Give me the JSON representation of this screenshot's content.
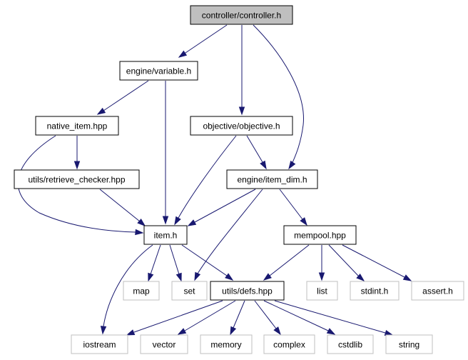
{
  "colors": {
    "edge": "#191970",
    "root_fill": "#bfbfbf",
    "external_border": "#bfbfbf"
  },
  "nodes": {
    "controller": {
      "label": "controller/controller.h",
      "kind": "root"
    },
    "variable": {
      "label": "engine/variable.h",
      "kind": "normal"
    },
    "native_item": {
      "label": "native_item.hpp",
      "kind": "normal"
    },
    "objective": {
      "label": "objective/objective.h",
      "kind": "normal"
    },
    "retrieve_checker": {
      "label": "utils/retrieve_checker.hpp",
      "kind": "normal"
    },
    "item_dim": {
      "label": "engine/item_dim.h",
      "kind": "normal"
    },
    "item": {
      "label": "item.h",
      "kind": "normal"
    },
    "mempool": {
      "label": "mempool.hpp",
      "kind": "normal"
    },
    "map": {
      "label": "map",
      "kind": "external"
    },
    "set": {
      "label": "set",
      "kind": "external"
    },
    "defs": {
      "label": "utils/defs.hpp",
      "kind": "normal"
    },
    "list": {
      "label": "list",
      "kind": "external"
    },
    "stdint": {
      "label": "stdint.h",
      "kind": "external"
    },
    "assert": {
      "label": "assert.h",
      "kind": "external"
    },
    "iostream": {
      "label": "iostream",
      "kind": "external"
    },
    "vector": {
      "label": "vector",
      "kind": "external"
    },
    "memory": {
      "label": "memory",
      "kind": "external"
    },
    "complex": {
      "label": "complex",
      "kind": "external"
    },
    "cstdlib": {
      "label": "cstdlib",
      "kind": "external"
    },
    "string": {
      "label": "string",
      "kind": "external"
    }
  },
  "edges": [
    [
      "controller",
      "variable"
    ],
    [
      "controller",
      "objective"
    ],
    [
      "controller",
      "item_dim"
    ],
    [
      "variable",
      "native_item"
    ],
    [
      "variable",
      "item"
    ],
    [
      "native_item",
      "retrieve_checker"
    ],
    [
      "native_item",
      "item"
    ],
    [
      "retrieve_checker",
      "item"
    ],
    [
      "objective",
      "item_dim"
    ],
    [
      "objective",
      "item"
    ],
    [
      "item_dim",
      "item"
    ],
    [
      "item_dim",
      "set"
    ],
    [
      "item_dim",
      "mempool"
    ],
    [
      "item",
      "map"
    ],
    [
      "item",
      "set"
    ],
    [
      "item",
      "defs"
    ],
    [
      "item",
      "iostream"
    ],
    [
      "mempool",
      "defs"
    ],
    [
      "mempool",
      "list"
    ],
    [
      "mempool",
      "stdint"
    ],
    [
      "mempool",
      "assert"
    ],
    [
      "defs",
      "iostream"
    ],
    [
      "defs",
      "vector"
    ],
    [
      "defs",
      "memory"
    ],
    [
      "defs",
      "complex"
    ],
    [
      "defs",
      "cstdlib"
    ],
    [
      "defs",
      "string"
    ]
  ]
}
